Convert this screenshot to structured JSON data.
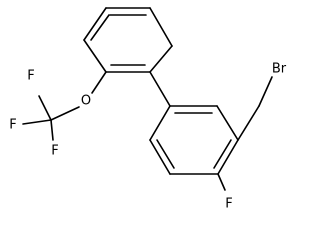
{
  "molecule": {
    "atoms": {
      "F_cf3_top": "F",
      "F_cf3_left": "F",
      "F_cf3_bottom": "F",
      "O": "O",
      "Br": "Br",
      "F_ring": "F"
    }
  }
}
